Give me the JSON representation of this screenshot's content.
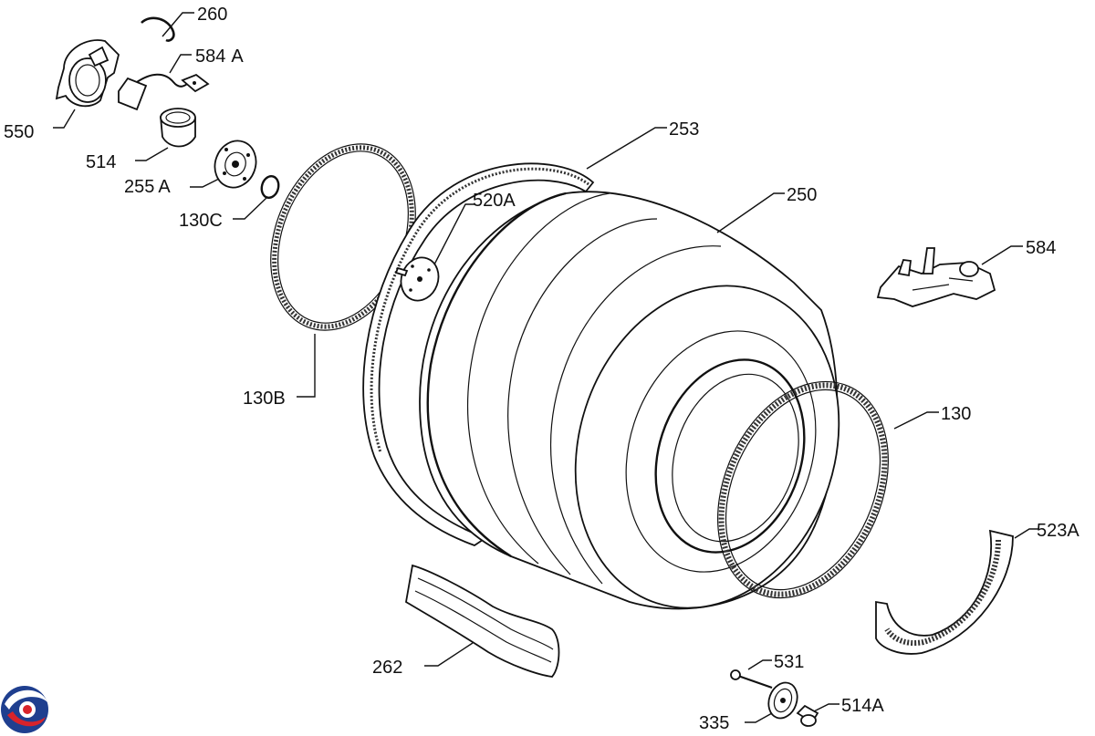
{
  "callouts": {
    "p260": "260",
    "p584a": "584",
    "p584a_suffix": "A",
    "p550": "550",
    "p514": "514",
    "p255a": "255",
    "p255a_suffix": "A",
    "p130c": "130C",
    "p253": "253",
    "p520a": "520A",
    "p250": "250",
    "p584": "584",
    "p130b": "130B",
    "p130": "130",
    "p523a": "523A",
    "p262": "262",
    "p531": "531",
    "p335": "335",
    "p514a": "514A"
  },
  "colors": {
    "ink": "#111111",
    "logo_blue": "#1f3f8f",
    "logo_red": "#d8232a"
  },
  "logo_icon": "brand-swirl-logo"
}
